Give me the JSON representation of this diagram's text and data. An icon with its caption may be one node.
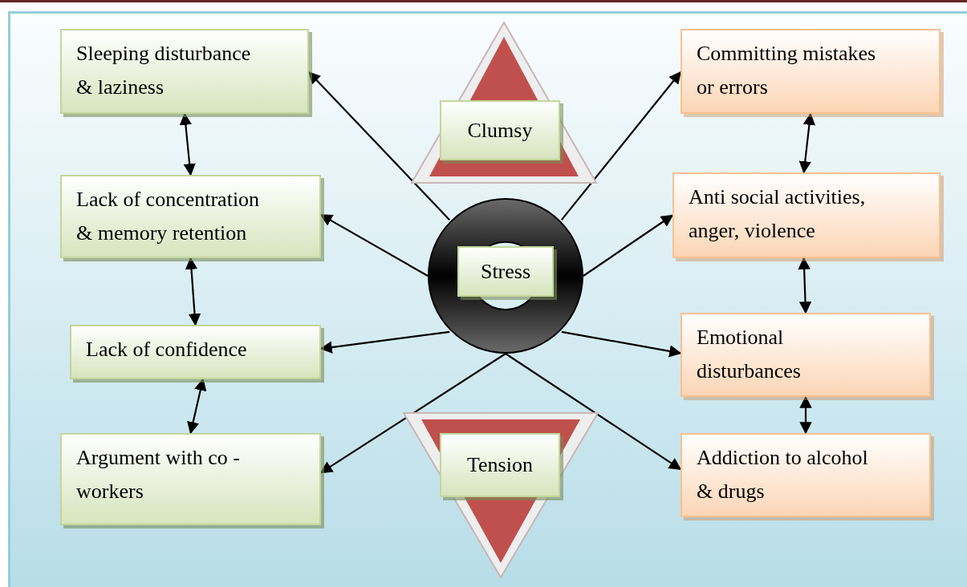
{
  "diagram": {
    "nodes": [
      {
        "text": [
          "Sleeping disturbance & laziness"
        ]
      },
      {
        "text": [
          "Lack of concentration & memory retention"
        ]
      },
      {
        "text": [
          "Lack of confidence"
        ]
      },
      {
        "text": [
          "Argument with co - workers"
        ]
      },
      {
        "text": [
          "Committing mistakes or errors"
        ]
      },
      {
        "text": [
          "Anti social activities, anger, violence"
        ]
      },
      {
        "text": [
          "Emotional disturbances"
        ]
      },
      {
        "text": [
          "Addiction to alcohol & drugs"
        ]
      },
      {
        "text": [],
        "shape": "triangle"
      },
      {
        "text": [
          "Clumsy"
        ],
        "in": 8
      },
      {
        "text": [],
        "shape": "circle"
      },
      {
        "text": [
          "Stress"
        ],
        "in": 10
      },
      {
        "text": [],
        "shape": "triangle"
      },
      {
        "text": [
          "Tension"
        ],
        "in": 12
      }
    ],
    "edges": [
      {
        "from": 10,
        "to": 0,
        "arrow": "to"
      },
      {
        "from": 10,
        "to": 1,
        "arrow": "to"
      },
      {
        "from": 10,
        "to": 2,
        "arrow": "to"
      },
      {
        "from": 10,
        "to": 3,
        "arrow": "to"
      },
      {
        "from": 10,
        "to": 4,
        "arrow": "to"
      },
      {
        "from": 10,
        "to": 5,
        "arrow": "to"
      },
      {
        "from": 10,
        "to": 6,
        "arrow": "to"
      },
      {
        "from": 10,
        "to": 7,
        "arrow": "to"
      },
      {
        "from": 0,
        "to": 1,
        "arrow": "both"
      },
      {
        "from": 1,
        "to": 2,
        "arrow": "both"
      },
      {
        "from": 2,
        "to": 3,
        "arrow": "both"
      },
      {
        "from": 4,
        "to": 5,
        "arrow": "both"
      },
      {
        "from": 5,
        "to": 6,
        "arrow": "both"
      },
      {
        "from": 6,
        "to": 7,
        "arrow": "both"
      }
    ]
  }
}
